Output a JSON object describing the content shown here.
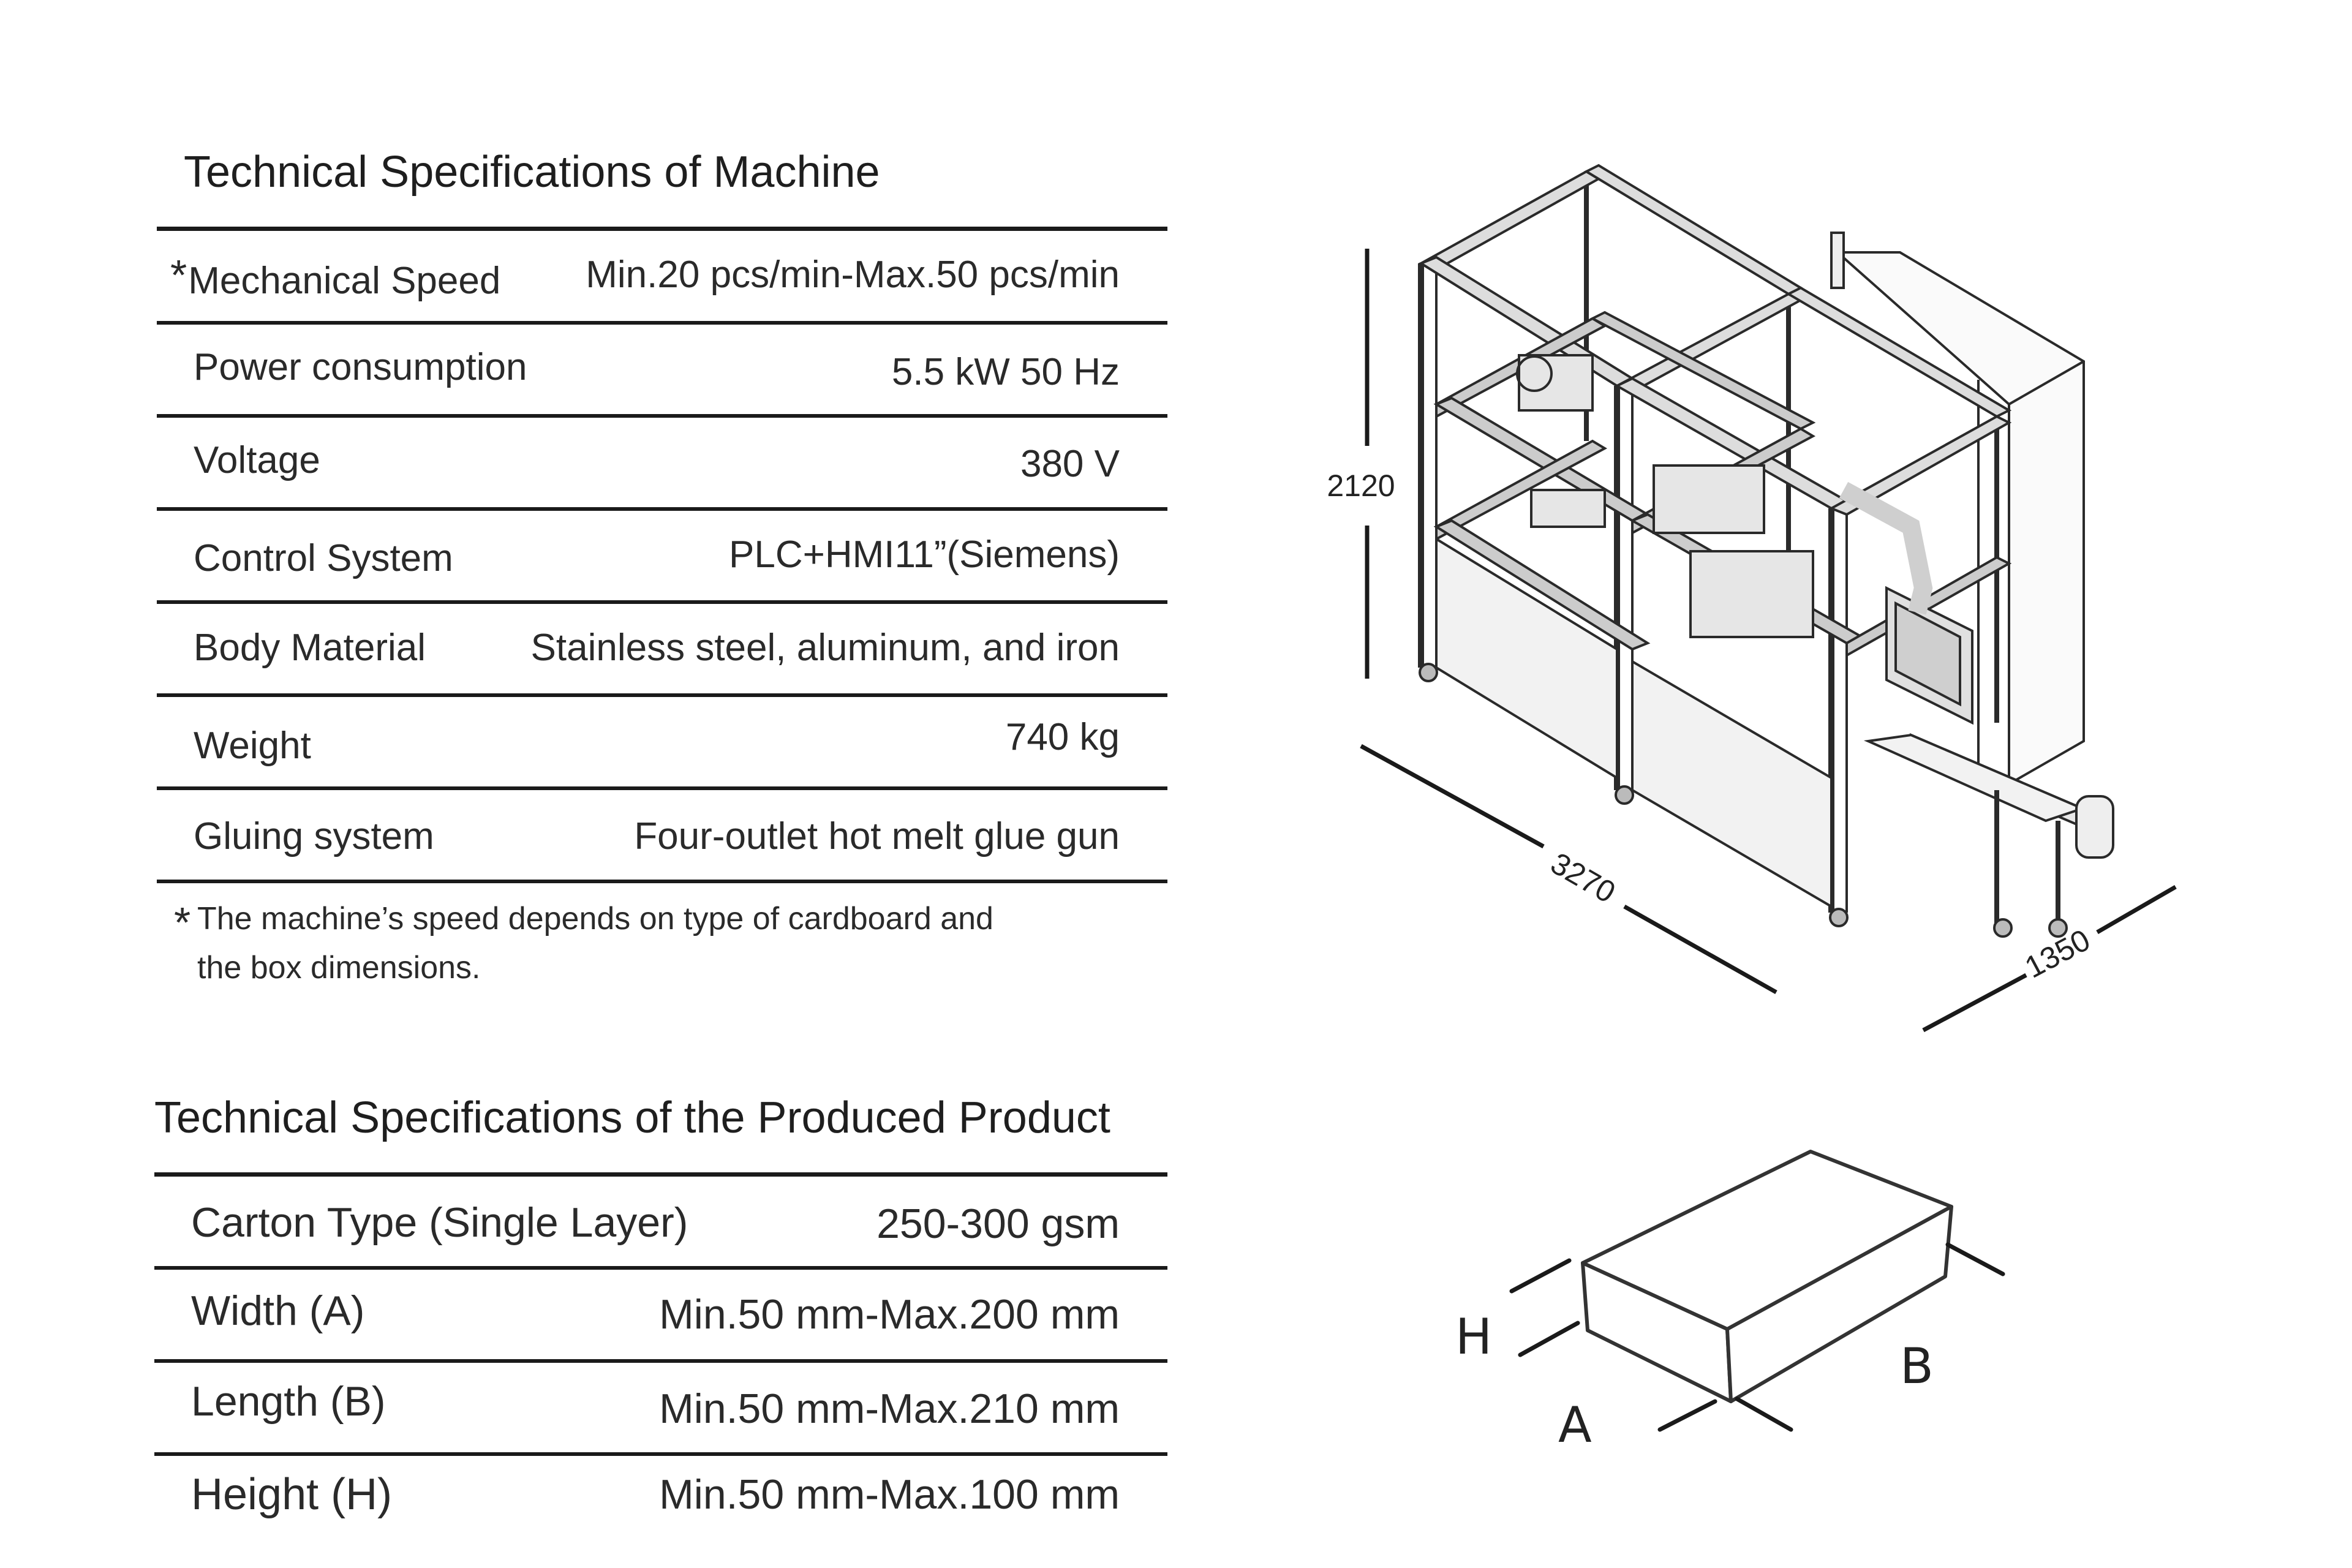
{
  "machine_specs": {
    "title": "Technical Specifications of Machine",
    "rows": [
      {
        "label": "Mechanical Speed",
        "value": "Min.20 pcs/min-Max.50 pcs/min",
        "starred": true
      },
      {
        "label": "Power consumption",
        "value": "5.5 kW 50 Hz"
      },
      {
        "label": "Voltage",
        "value": "380 V"
      },
      {
        "label": "Control System",
        "value": "PLC+HMI11”(Siemens)"
      },
      {
        "label": "Body Material",
        "value": "Stainless steel, aluminum, and iron"
      },
      {
        "label": "Weight",
        "value": "740 kg"
      },
      {
        "label": "Gluing system",
        "value": "Four-outlet hot melt glue gun"
      }
    ],
    "asterisk": "*",
    "footnote_line1": "The machine’s speed depends on type of cardboard and",
    "footnote_line2": "the box dimensions."
  },
  "product_specs": {
    "title": "Technical Specifications of the Produced Product",
    "rows": [
      {
        "label": "Carton Type (Single Layer)",
        "value": "250-300 gsm"
      },
      {
        "label": "Width (A)",
        "value": "Min.50 mm-Max.200 mm"
      },
      {
        "label": "Length (B)",
        "value": "Min.50 mm-Max.210 mm"
      },
      {
        "label": "Height (H)",
        "value": "Min.50 mm-Max.100 mm"
      }
    ]
  },
  "machine_drawing": {
    "height_dim": "2120",
    "length_dim": "3270",
    "width_dim": "1350"
  },
  "box_drawing": {
    "h_label": "H",
    "a_label": "A",
    "b_label": "B"
  }
}
